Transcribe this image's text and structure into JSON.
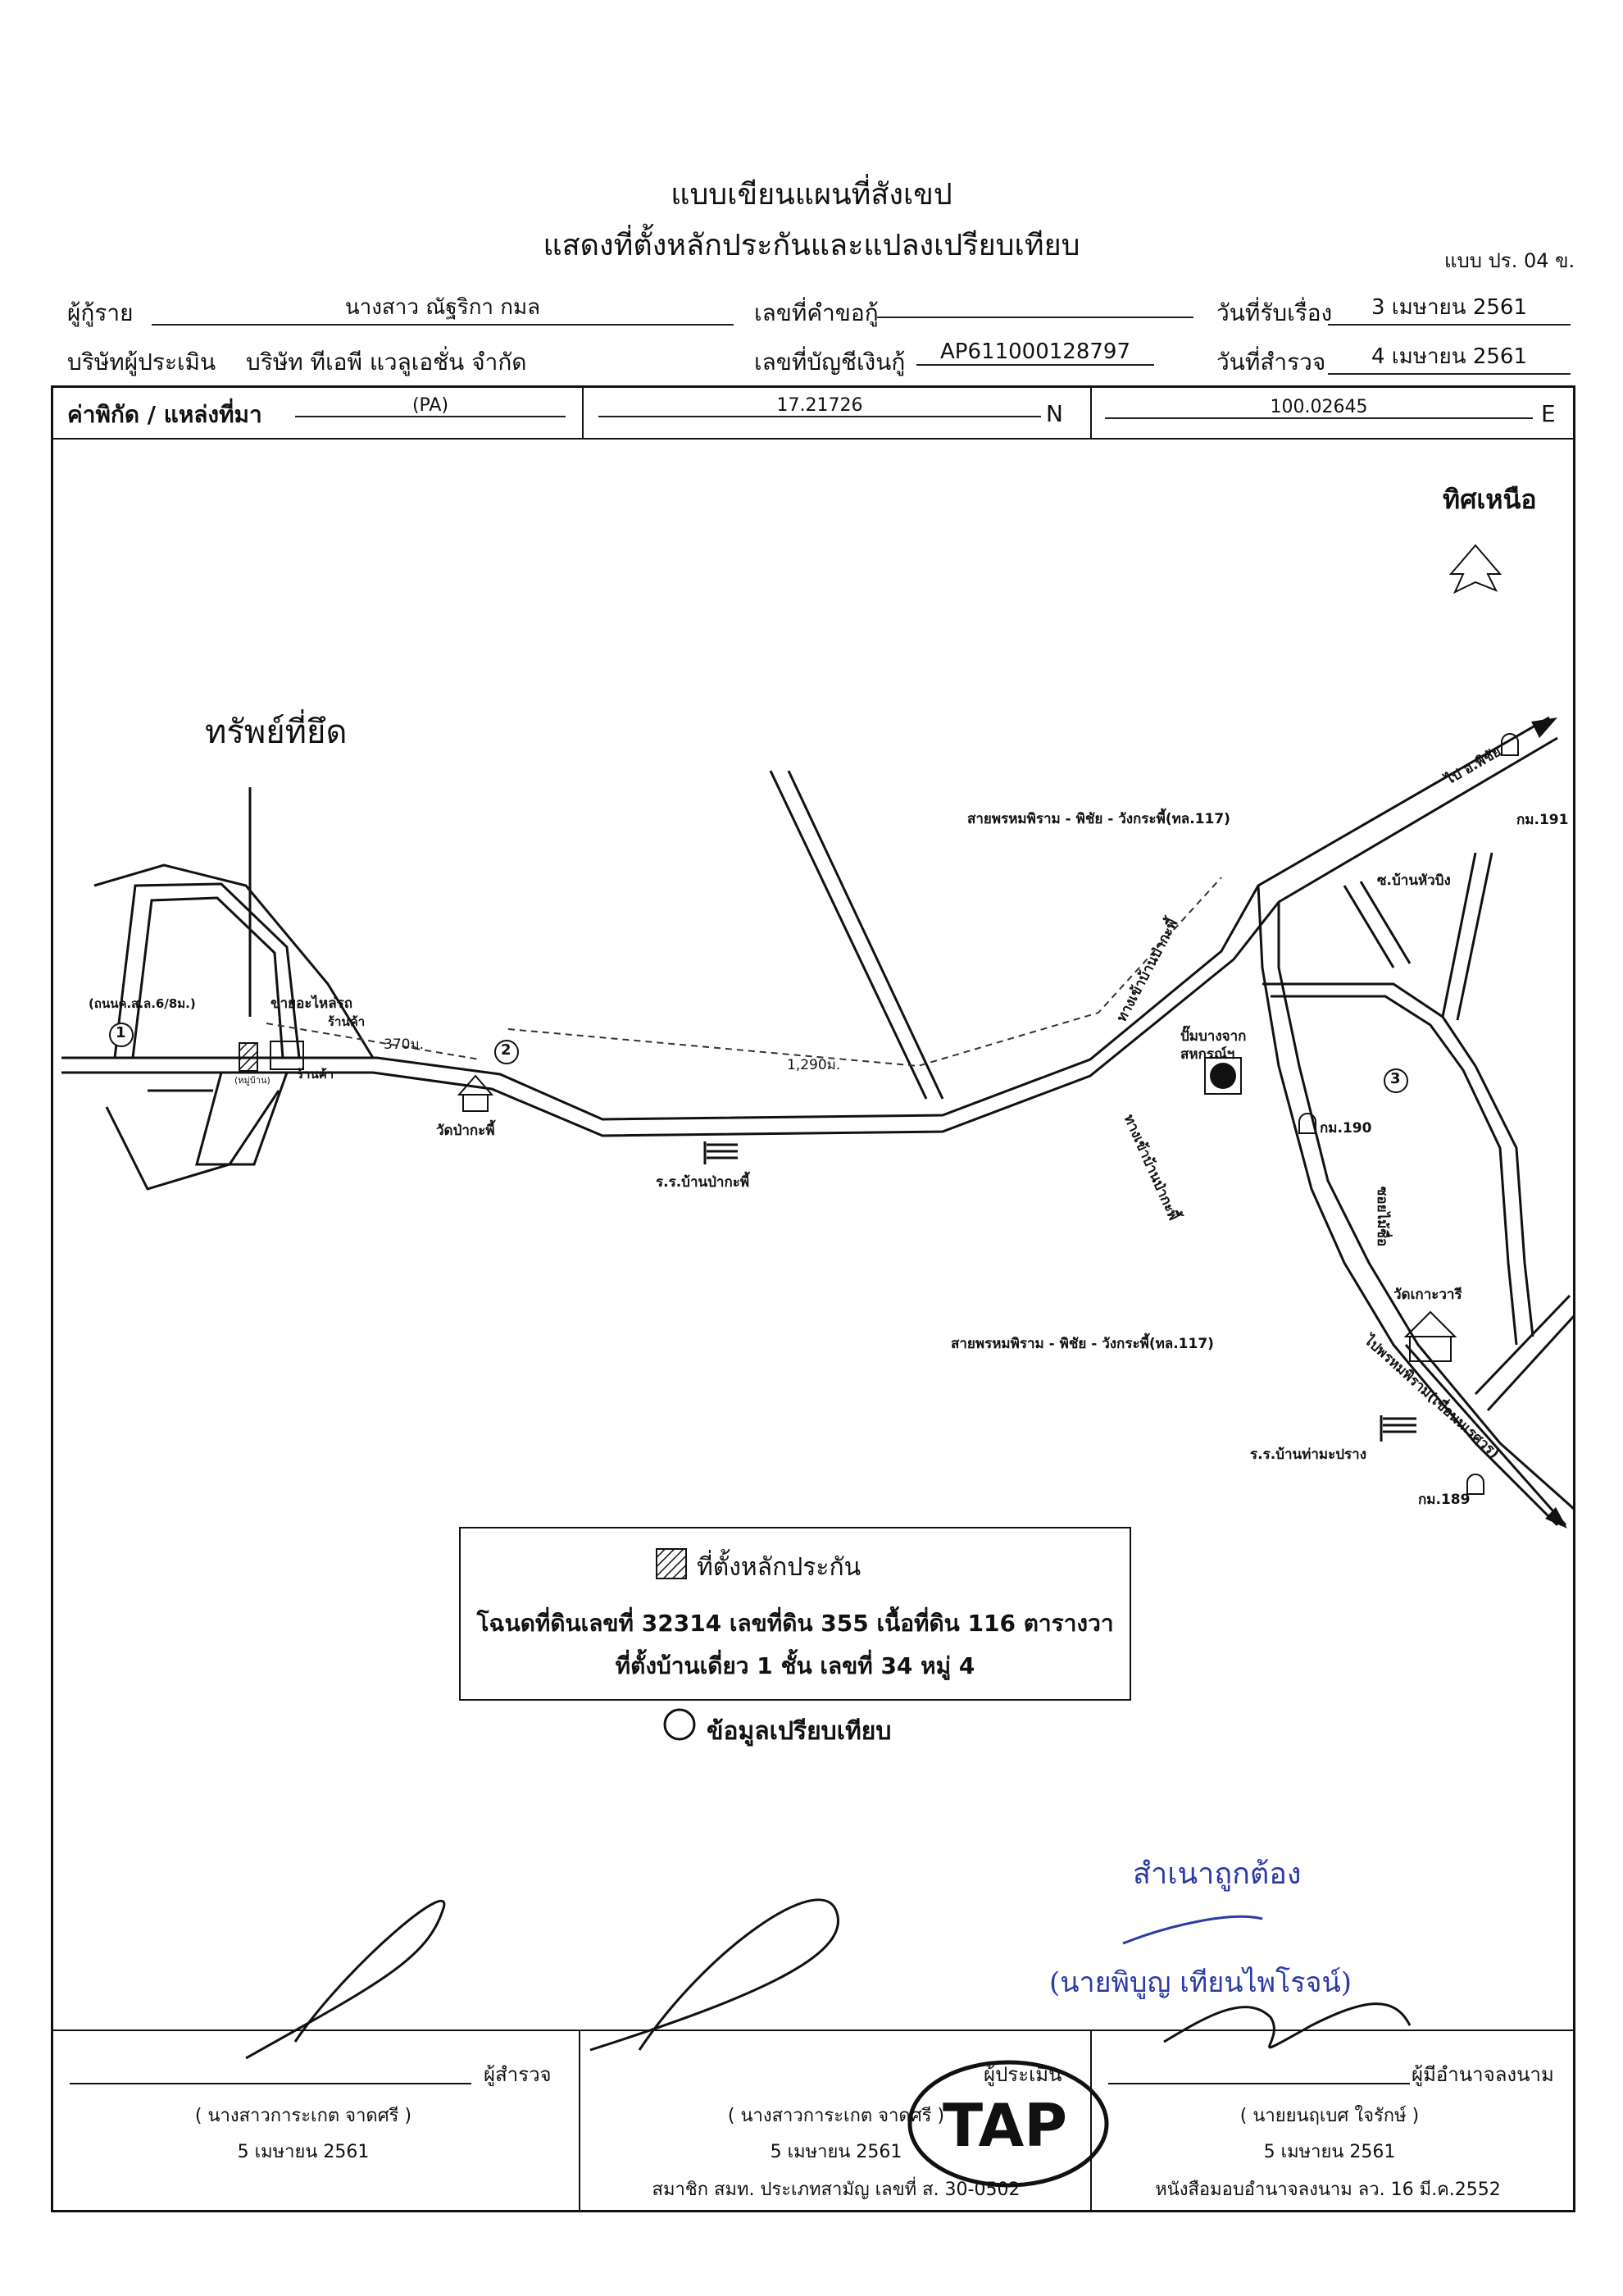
{
  "header": {
    "title_line1": "แบบเขียนแผนที่สังเขป",
    "title_line2": "แสดงที่ตั้งหลักประกันและแปลงเปรียบเทียบ",
    "form_code": "แบบ ปร. 04 ข."
  },
  "info": {
    "borrower_label": "ผู้กู้ราย",
    "borrower_value": "นางสาว ณัฐริกา กมล",
    "request_no_label": "เลขที่คำขอกู้",
    "request_no_value": "",
    "received_date_label": "วันที่รับเรื่อง",
    "received_date_value": "3 เมษายน 2561",
    "appraiser_label": "บริษัทผู้ประเมิน",
    "appraiser_value": "บริษัท ทีเอพี แวลูเอชั่น จำกัด",
    "account_no_label": "เลขที่บัญชีเงินกู้",
    "account_no_value": "AP611000128797",
    "survey_date_label": "วันที่สำรวจ",
    "survey_date_value": "4 เมษายน 2561"
  },
  "coords": {
    "label": "ค่าพิกัด / แหล่งที่มา",
    "source": "(PA)",
    "lat": "17.21726",
    "lat_dir": "N",
    "lon": "100.02645",
    "lon_dir": "E"
  },
  "map": {
    "north_label": "ทิศเหนือ",
    "handwritten_property": "ทรัพย์ที่ยึด",
    "road_label_top": "สายพรหมพิราม - พิชัย - วังกระพี้(ทล.117)",
    "road_label_bottom": "สายพรหมพิราม - พิชัย - วังกระพี้(ทล.117)",
    "to_phichai": "ไป อ.พิชัย",
    "km191": "กม.191",
    "km190": "กม.190",
    "km189": "กม.189",
    "soi_hua_bing": "ซ.บ้านหัวบิง",
    "soi_mai_sue": "ซอยไม้ซื่อ",
    "way_pa_kaphi_1": "ทางเข้าบ้านป่ากะพี้",
    "way_pa_kaphi_2": "ทางเข้าบ้านป่ากะพี้",
    "gas_station": "ปั๊มบางจาก",
    "gas_station_2": "สหกรณ์ฯ",
    "dist_1290": "1,290ม.",
    "dist_370": "370ม.",
    "road_left": "(ถนนค.ส.ล.6/8ม.)",
    "spare_parts": "ขายอะไหล่รถ",
    "shop1": "ร้านค้า",
    "shop2": "ร้านค้า",
    "house_label": "(หมู่บ้าน)",
    "temple_pa_kaphi": "วัดป่ากะพี้",
    "school_pa_kaphi": "ร.ร.บ้านป่ากะพี้",
    "temple_ko_wari": "วัดเกาะวารี",
    "school_tha_maprang": "ร.ร.บ้านท่ามะปราง",
    "to_phrom_phiram": "ไปพรหมพิราม(เขื่อนนเรศวร)",
    "marker1": "1",
    "marker2": "2",
    "marker3": "3"
  },
  "legend": {
    "collateral_label": "ที่ตั้งหลักประกัน",
    "deed_line": "โฉนดที่ดินเลขที่ 32314 เลขที่ดิน 355 เนื้อที่ดิน 116 ตารางวา",
    "house_line": "ที่ตั้งบ้านเดี่ยว 1 ชั้น เลขที่ 34 หมู่ 4",
    "comparison_label": "ข้อมูลเปรียบเทียบ"
  },
  "certification": {
    "certified_copy": "สำเนาถูกต้อง",
    "certifier_name": "(นายพิบูญ  เทียนไพโรจน์)"
  },
  "footer": {
    "surveyor_role": "ผู้สำรวจ",
    "surveyor_name": "( นางสาวการะเกต  จาดศรี )",
    "surveyor_date": "5 เมษายน 2561",
    "appraiser_role": "ผู้ประเมิน",
    "appraiser_name": "( นางสาวการะเกต  จาดศรี )",
    "appraiser_date": "5 เมษายน 2561",
    "appraiser_member": "สมาชิก สมท. ประเภทสามัญ เลขที่ ส. 30-0502",
    "signer_role": "ผู้มีอำนาจลงนาม",
    "signer_name": "( นายยนฤเบศ  ใจรักษ์ )",
    "signer_date": "5 เมษายน 2561",
    "signer_auth": "หนังสือมอบอำนาจลงนาม  ลว. 16 มี.ค.2552",
    "stamp_text": "TAP"
  }
}
